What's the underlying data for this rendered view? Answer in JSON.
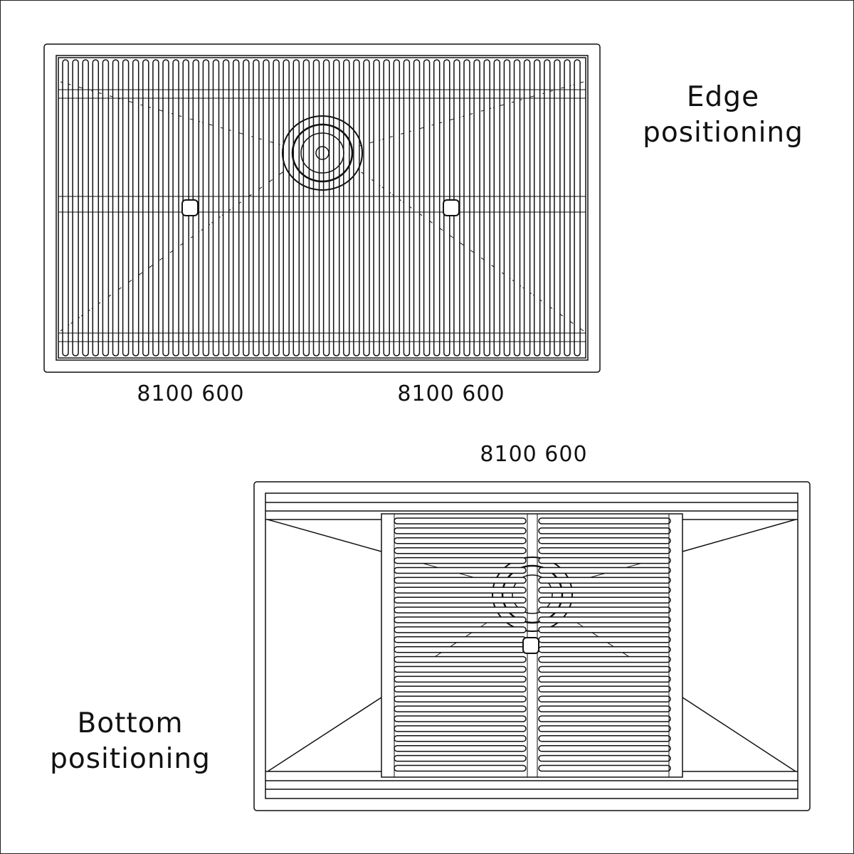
{
  "titles": {
    "edge": [
      "Edge",
      "positioning"
    ],
    "bottom": [
      "Bottom",
      "positioning"
    ]
  },
  "labels": {
    "edge_left": "8100 600",
    "edge_right": "8100 600",
    "bottom": "8100 600"
  },
  "colors": {
    "line": "#111111",
    "background": "#ffffff"
  }
}
